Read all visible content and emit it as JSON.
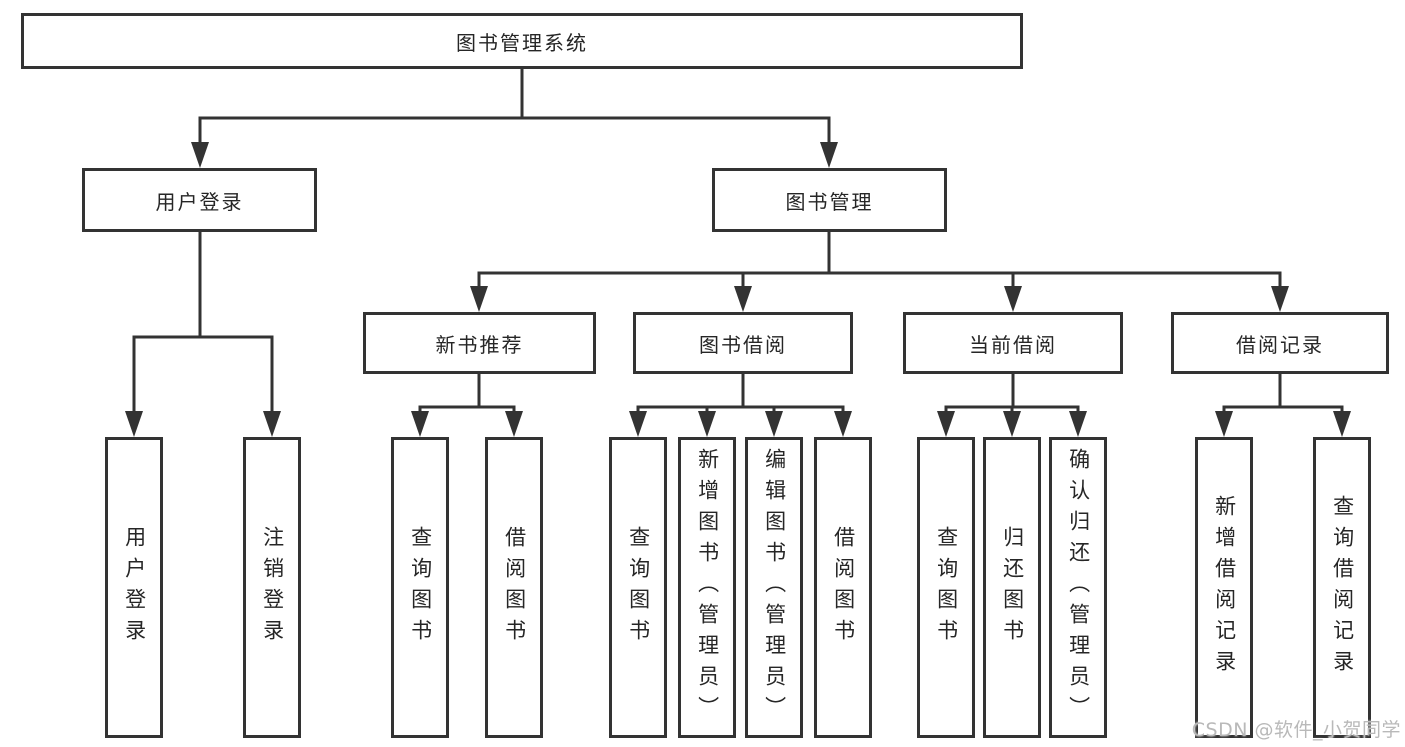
{
  "root": {
    "label": "图书管理系统"
  },
  "level2": [
    {
      "label": "用户登录"
    },
    {
      "label": "图书管理"
    }
  ],
  "level3": [
    {
      "label": "新书推荐"
    },
    {
      "label": "图书借阅"
    },
    {
      "label": "当前借阅"
    },
    {
      "label": "借阅记录"
    }
  ],
  "leaves": [
    {
      "label": "用户登录"
    },
    {
      "label": "注销登录"
    },
    {
      "label": "查询图书"
    },
    {
      "label": "借阅图书"
    },
    {
      "label": "查询图书"
    },
    {
      "label": "新增图书（管理员）"
    },
    {
      "label": "编辑图书（管理员）"
    },
    {
      "label": "借阅图书"
    },
    {
      "label": "查询图书"
    },
    {
      "label": "归还图书"
    },
    {
      "label": "确认归还（管理员）"
    },
    {
      "label": "新增借阅记录"
    },
    {
      "label": "查询借阅记录"
    }
  ],
  "watermark": {
    "text": "CSDN @软件_小贺同学"
  },
  "colors": {
    "line": "#333333",
    "box_border": "#333333",
    "text": "#262626",
    "watermark": "#b9b9b9",
    "background": "#ffffff"
  }
}
